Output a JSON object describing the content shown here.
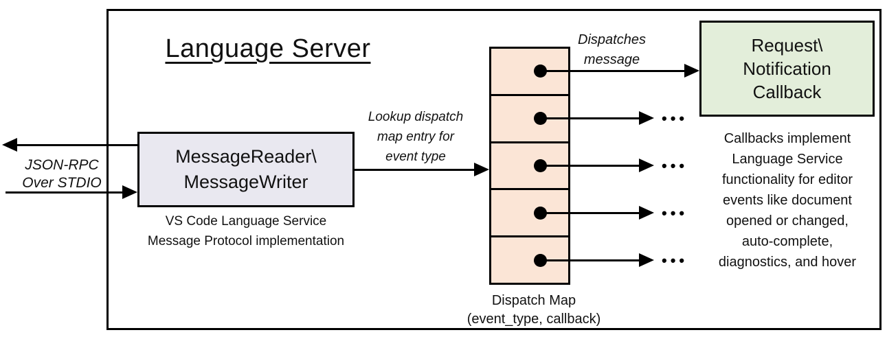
{
  "diagram": {
    "title": "Language Server",
    "left_channel_label": "JSON-RPC\nOver STDIO",
    "message_box": {
      "title": "MessageReader\\\nMessageWriter",
      "caption": "VS Code Language Service\nMessage Protocol implementation"
    },
    "lookup_label": "Lookup dispatch\nmap entry for\nevent type",
    "dispatches_label": "Dispatches\nmessage",
    "dispatch_map": {
      "label": "Dispatch Map\n(event_type, callback)",
      "row_count": "5"
    },
    "callback_box": {
      "title": "Request\\\nNotification\nCallback"
    },
    "callbacks_caption": "Callbacks implement\nLanguage Service\nfunctionality for editor\nevents like document\nopened or changed,\nauto-complete,\ndiagnostics, and hover",
    "ellipsis": "•••",
    "colors": {
      "message_box_fill": "#e9e8f0",
      "dispatch_map_fill": "#fbe5d6",
      "callback_box_fill": "#e3eeda",
      "line": "#000000"
    }
  }
}
